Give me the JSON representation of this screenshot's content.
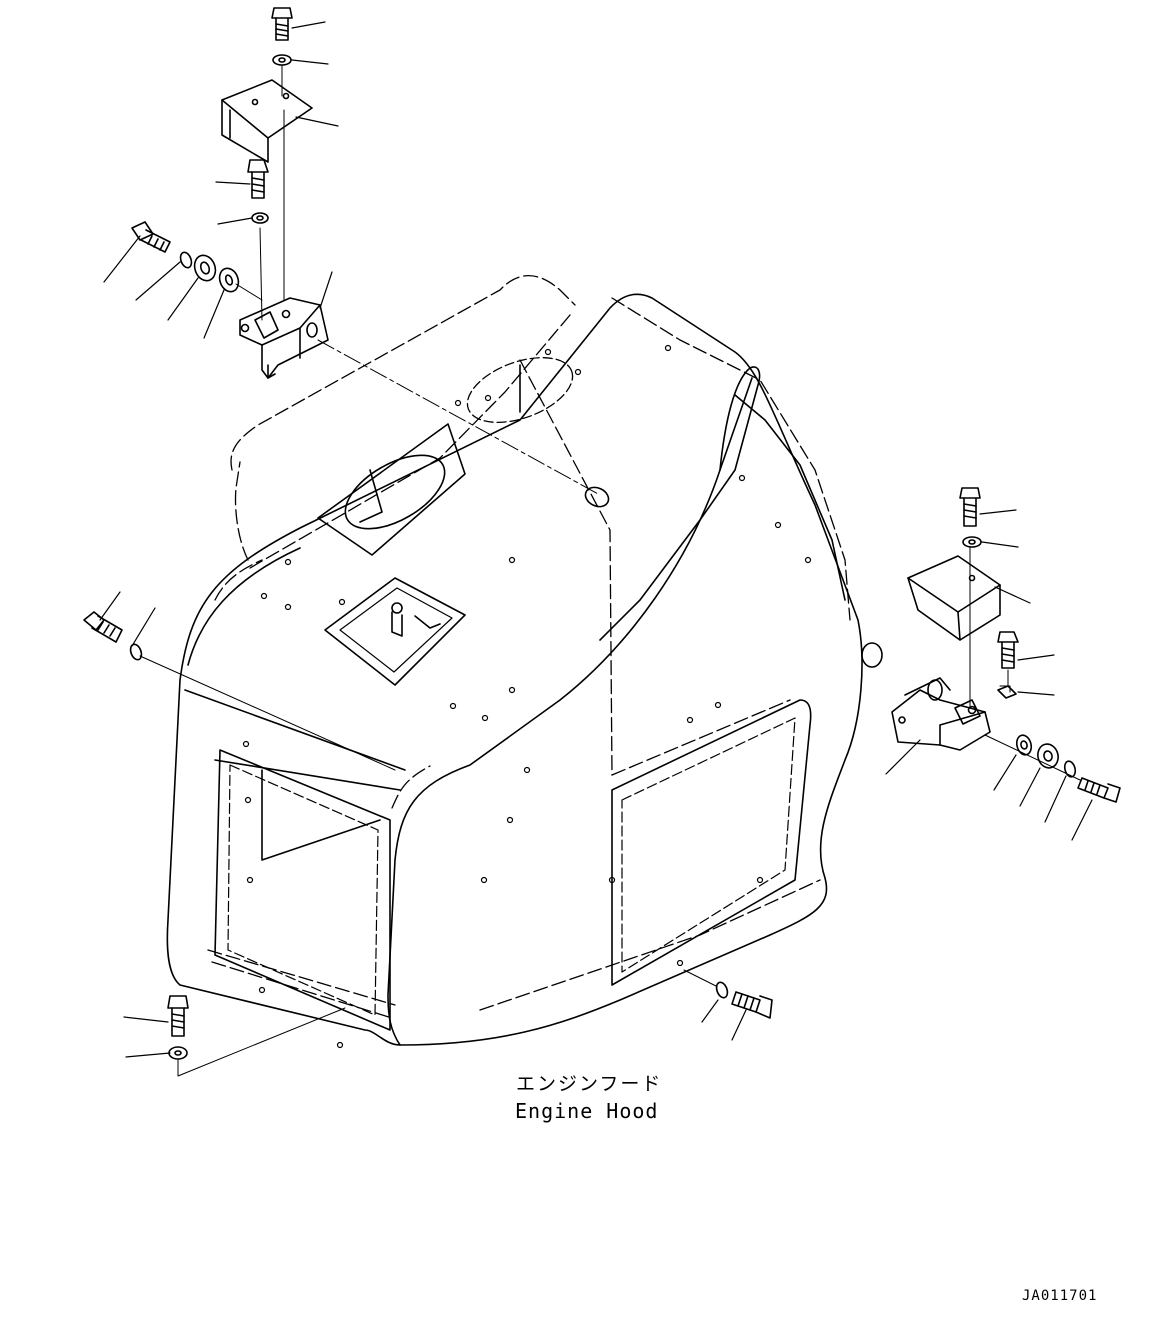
{
  "diagram": {
    "caption_japanese": "エンジンフード",
    "caption_english": "Engine Hood",
    "drawing_code": "JA011701"
  },
  "colors": {
    "line": "#000000",
    "background": "#ffffff"
  }
}
